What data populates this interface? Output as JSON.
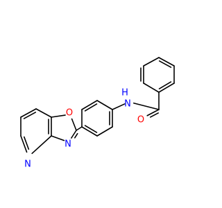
{
  "molecule": {
    "colors": {
      "bond": "#000000",
      "nitrogen": "#0000ff",
      "oxygen": "#ff0000"
    },
    "atom_labels": {
      "amide_n": "N",
      "amide_h": "H",
      "carbonyl_o": "O",
      "oxazole_o": "O",
      "oxazole_n": "N",
      "pyridine_n": "N"
    }
  }
}
